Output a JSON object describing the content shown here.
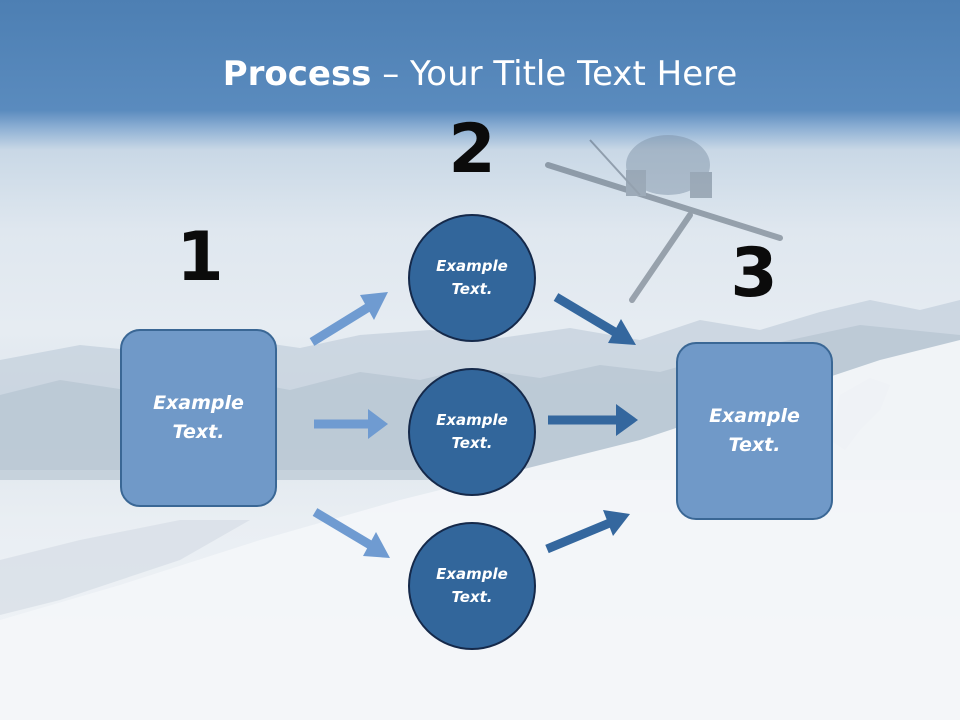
{
  "title": {
    "bold_part": "Process",
    "rest_part": " – Your Title Text Here"
  },
  "steps": {
    "one": "1",
    "two": "2",
    "three": "3"
  },
  "boxes": {
    "left": "Example Text.",
    "right": "Example Text."
  },
  "circles": {
    "top": "Example Text.",
    "middle": "Example Text.",
    "bottom": "Example Text."
  },
  "colors": {
    "title_band": "#4d7fb3",
    "box_fill": "#7099c8",
    "circle_fill": "#32669b",
    "arrow_light": "#6f9bd1",
    "arrow_dark": "#34679e",
    "number_text": "#0b0b0b"
  }
}
